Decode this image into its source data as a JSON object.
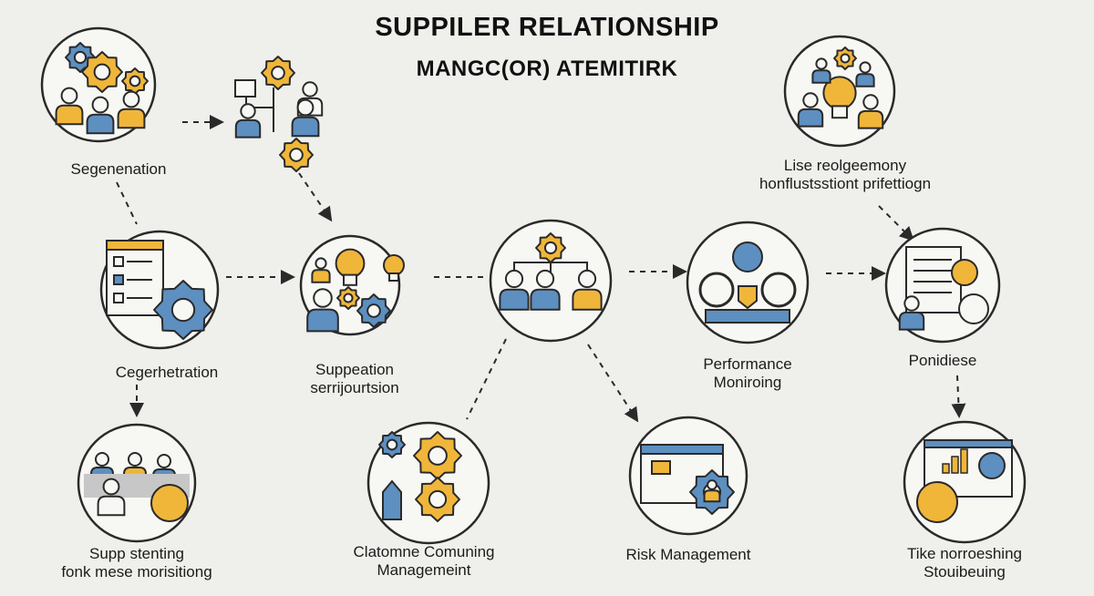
{
  "title": {
    "line1": "SUPPILER RELATIONSHIP",
    "line2": "MANGC(OR) ATEMITIRK"
  },
  "nodes": [
    {
      "id": "segenenation",
      "icon": "team-gears-icon",
      "label": [
        "Segenenation"
      ]
    },
    {
      "id": "org-chart",
      "icon": "org-chart-gears-icon",
      "label": []
    },
    {
      "id": "cegerhetration",
      "icon": "checklist-gear-icon",
      "label": [
        "Cegerhetration"
      ]
    },
    {
      "id": "suppeation",
      "icon": "ideas-team-icon",
      "label": [
        "Suppeation",
        "serrijourtsion"
      ]
    },
    {
      "id": "hierarchy",
      "icon": "team-hierarchy-icon",
      "label": []
    },
    {
      "id": "performance",
      "icon": "dashboard-monitoring-icon",
      "label": [
        "Performance",
        "Moniroing"
      ]
    },
    {
      "id": "lise",
      "icon": "lightbulb-team-icon",
      "label": [
        "Lise reolgeemony",
        "honflustsstiont prifettiogn"
      ]
    },
    {
      "id": "ponidiese",
      "icon": "contract-coin-icon",
      "label": [
        "Ponidiese"
      ]
    },
    {
      "id": "supp-stenting",
      "icon": "team-exchange-icon",
      "label": [
        "Supp stenting",
        "fonk mese morisitiong"
      ]
    },
    {
      "id": "clatomne",
      "icon": "gears-building-icon",
      "label": [
        "Clatomne Comuning",
        "Managemeint"
      ]
    },
    {
      "id": "risk",
      "icon": "browser-gear-icon",
      "label": [
        "Risk Management"
      ]
    },
    {
      "id": "tike",
      "icon": "monitor-dollar-icon",
      "label": [
        "Tike norroeshing",
        "Stouibeuing"
      ]
    }
  ],
  "colors": {
    "background": "#efefeb",
    "outline": "#2a2a2a",
    "blue": "#5d8fc0",
    "yellow": "#f0b63a",
    "light": "#f7f7f4"
  }
}
